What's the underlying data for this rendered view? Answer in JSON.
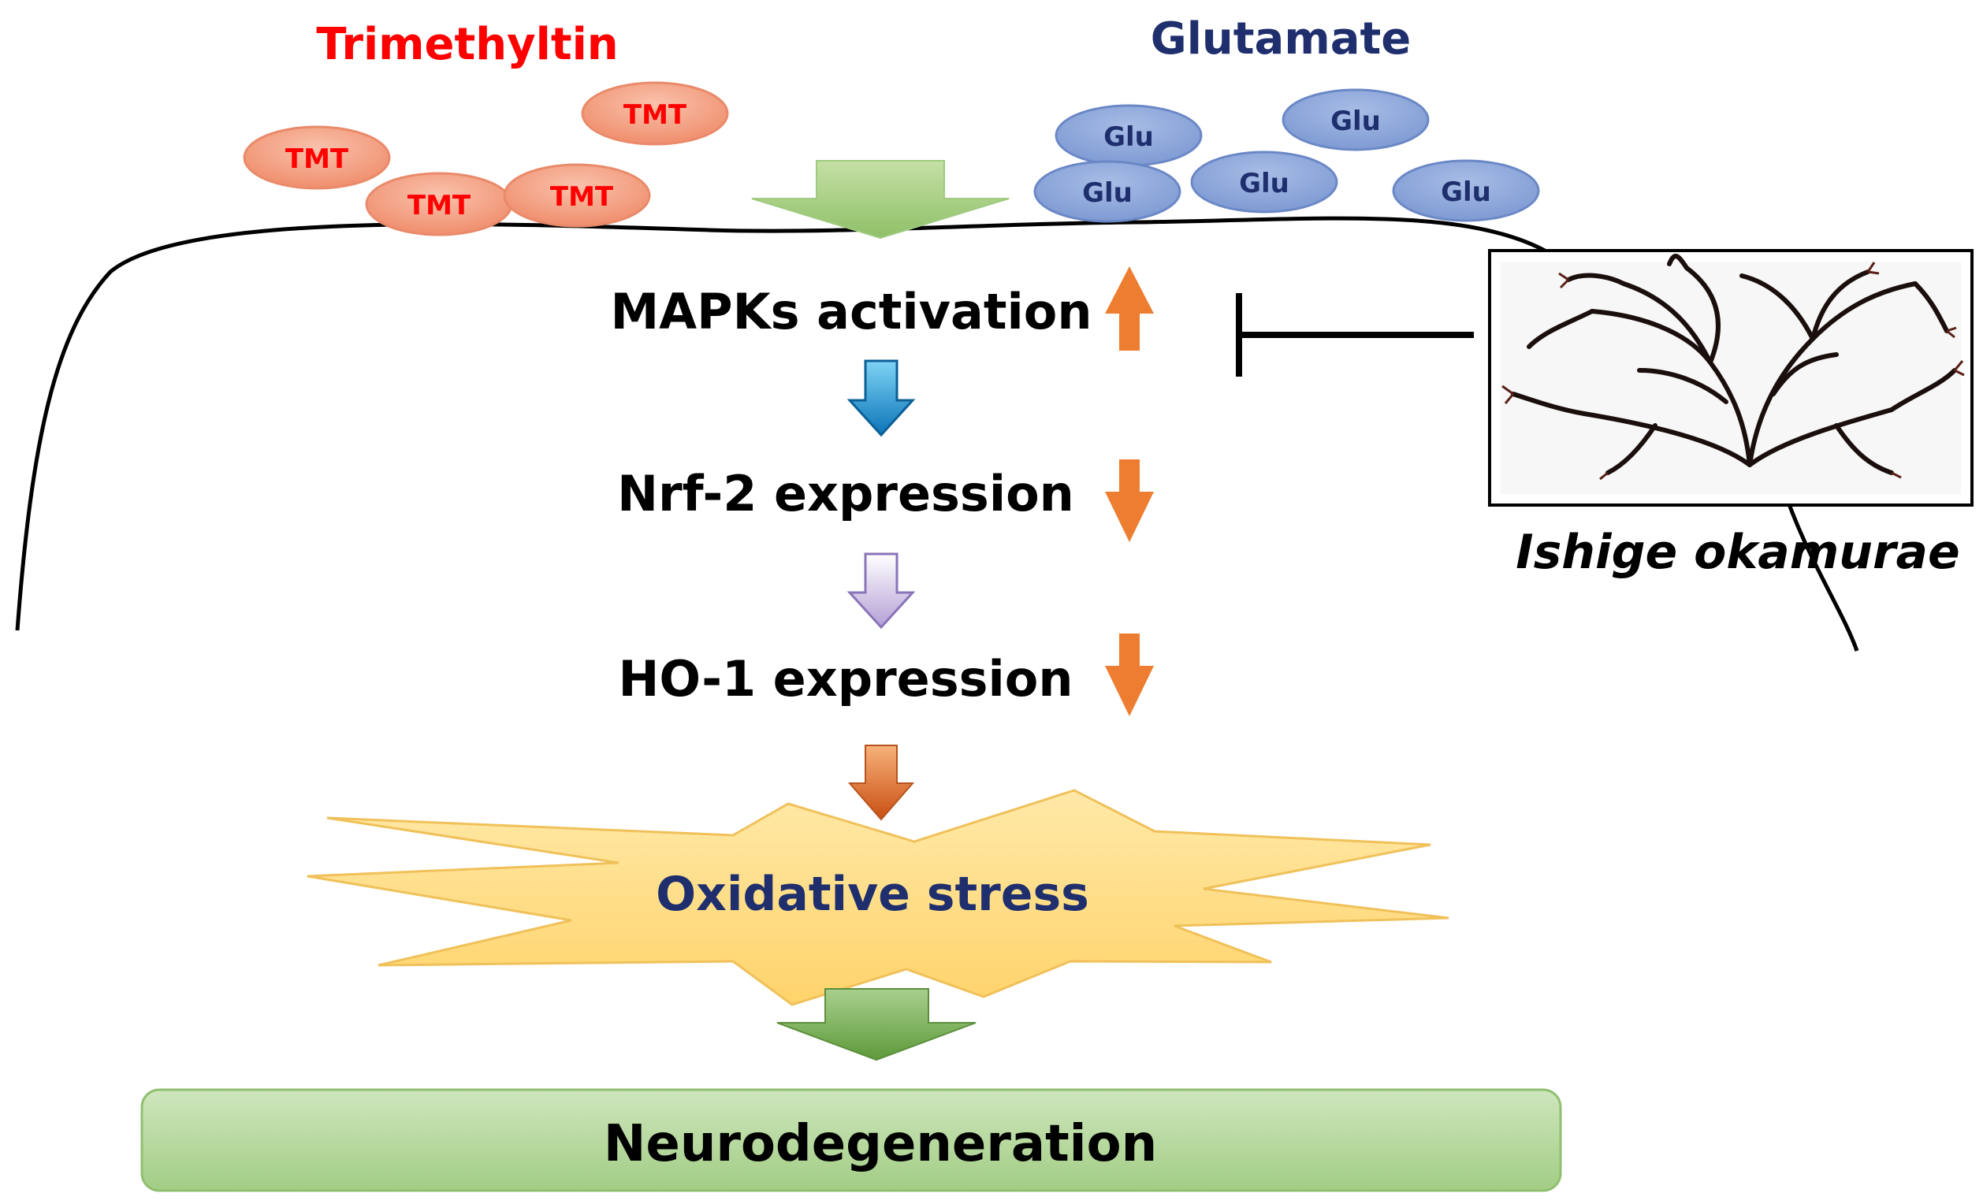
{
  "labels": {
    "trimethyltin": "Trimethyltin",
    "glutamate": "Glutamate",
    "mapks": "MAPKs activation",
    "nrf2": "Nrf-2 expression",
    "ho1": "HO-1 expression",
    "oxidative": "Oxidative stress",
    "neuro": "Neurodegeneration",
    "species": "Ishige okamurae"
  },
  "molecules": {
    "tmt_label": "TMT",
    "glu_label": "Glu"
  },
  "colors": {
    "trimethyltin_text": "#ff0000",
    "glutamate_text": "#1f2f6e",
    "tmt_fill": "#f3a182",
    "glu_fill": "#8faadc",
    "up_arrow": "#ed7d31",
    "down_arrow": "#ed7d31",
    "burst_fill": "#ffd966",
    "neuro_fill": "#a9d18e"
  }
}
